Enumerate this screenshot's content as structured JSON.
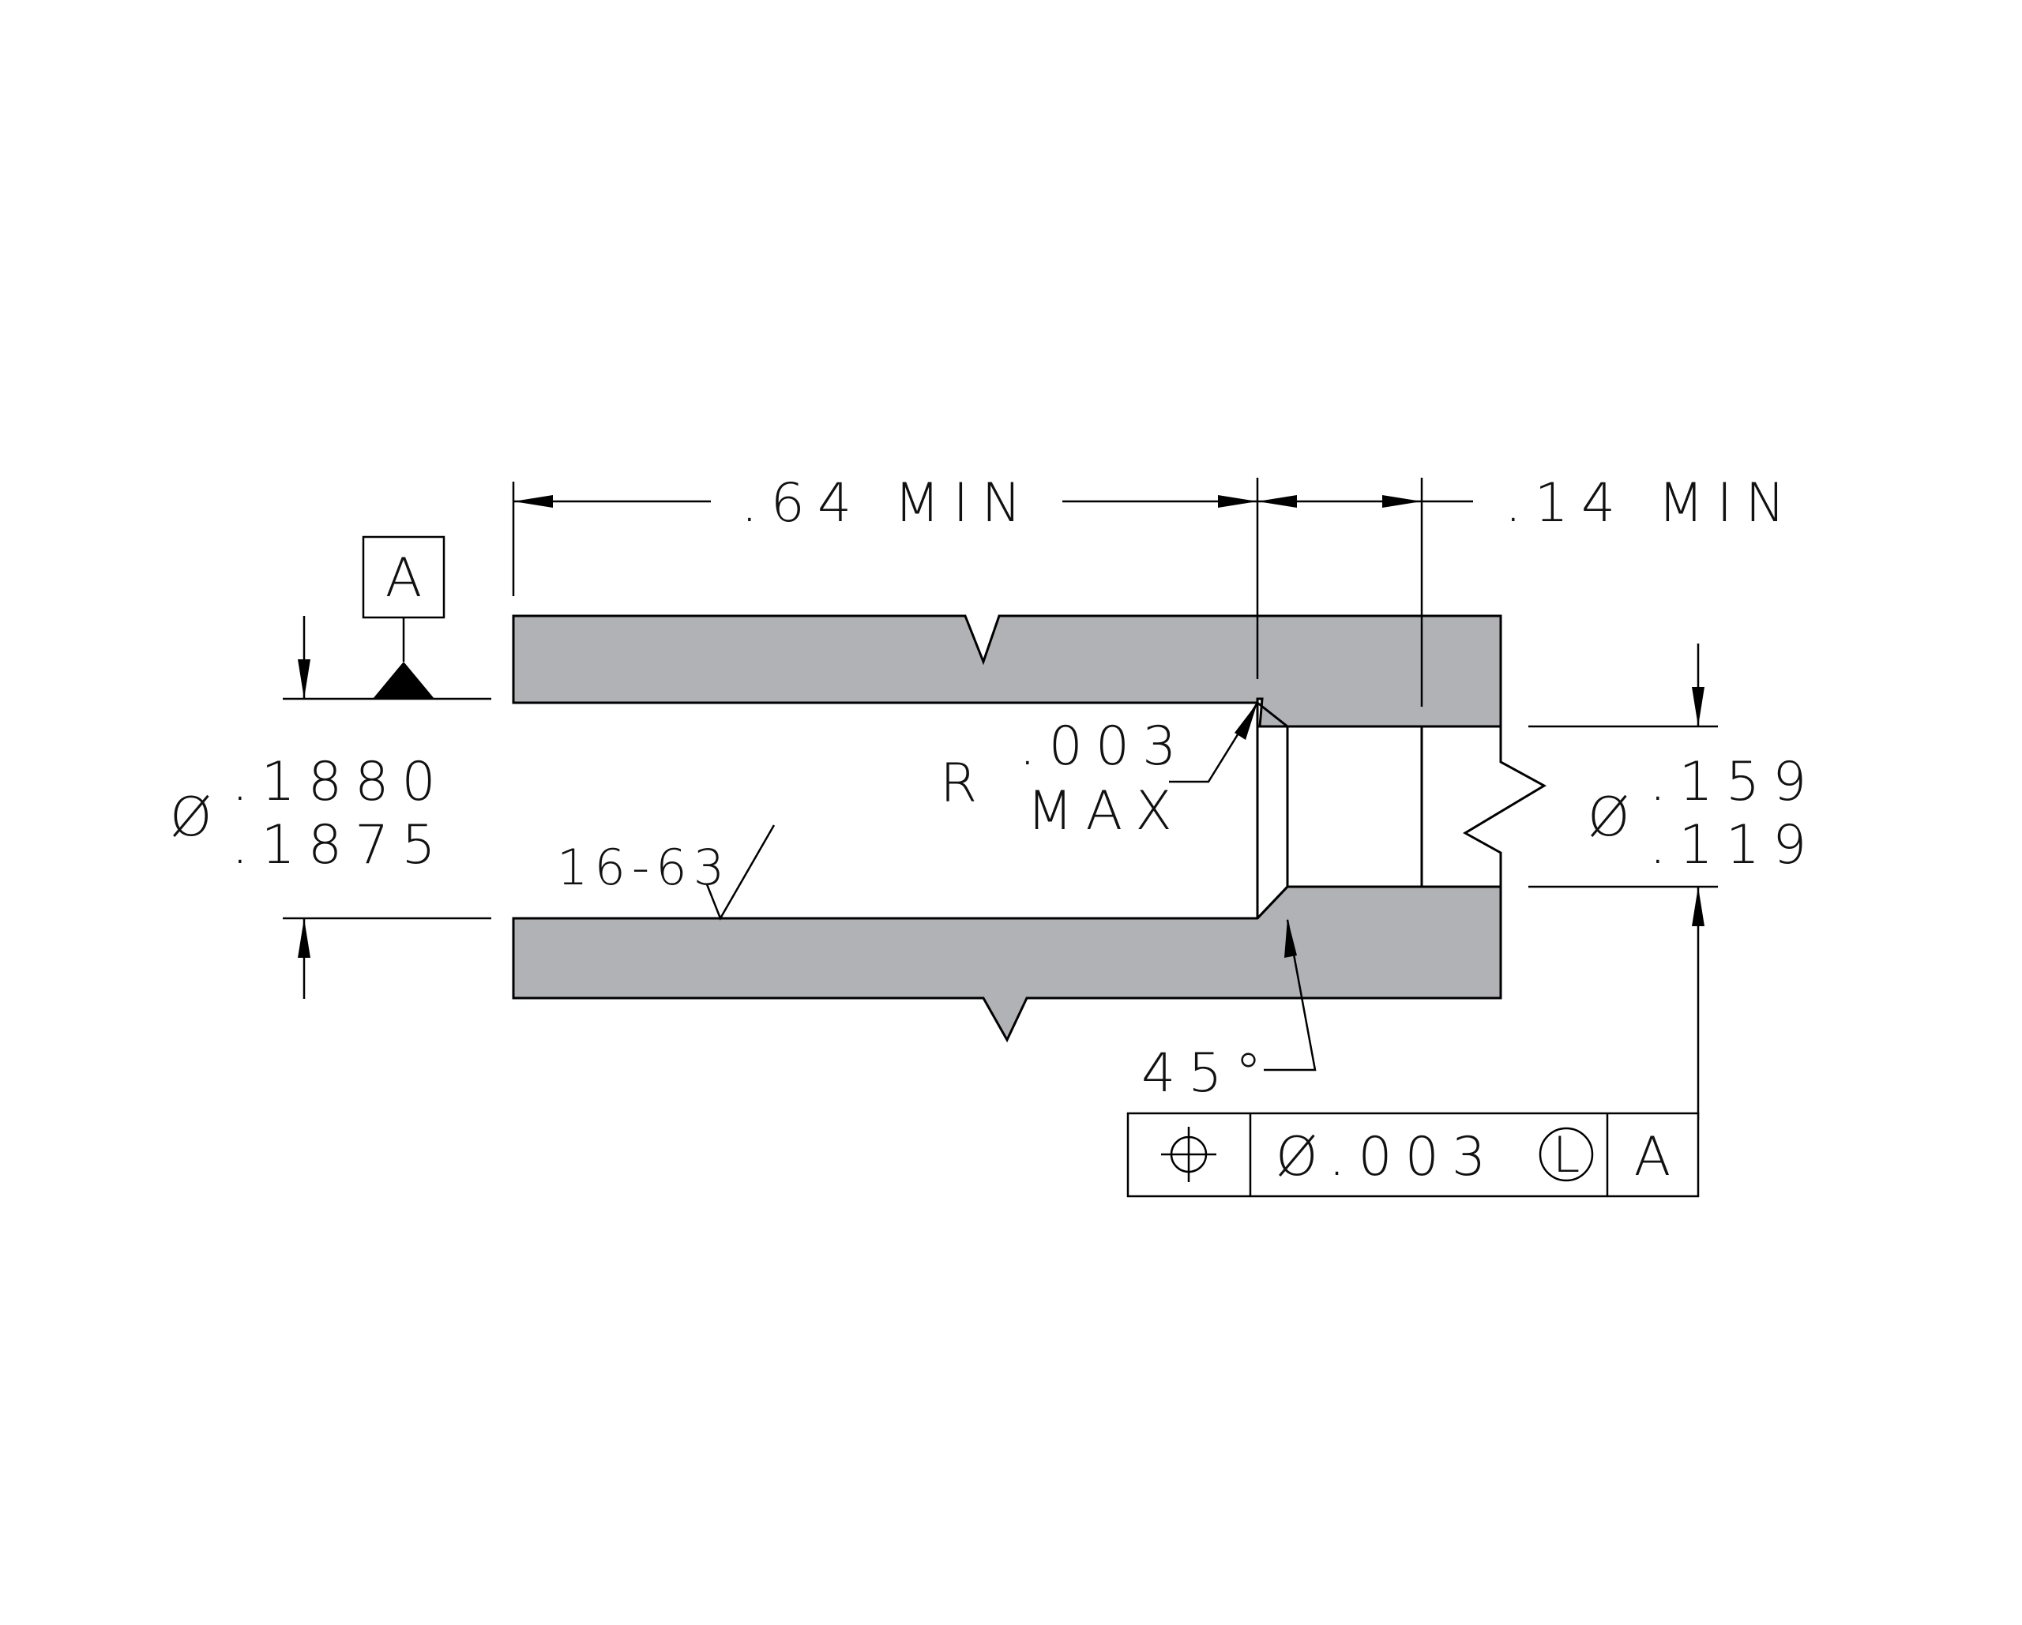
{
  "datum_label": "A",
  "dims": {
    "length_main": ".64 MIN",
    "length_step": ".14 MIN",
    "bore_dia_symbol": "Ø",
    "bore_dia_upper": ".1880",
    "bore_dia_lower": ".1875",
    "hole_dia_symbol": "Ø",
    "hole_dia_upper": ".159",
    "hole_dia_lower": ".119",
    "radius_prefix": "R",
    "radius_value": ".003",
    "radius_suffix": "MAX",
    "chamfer_angle": "45°"
  },
  "surface_finish": "16-63",
  "feature_control_frame": {
    "symbol": "position",
    "tolerance": "Ø.003",
    "modifier": "L",
    "datum": "A"
  },
  "colors": {
    "material": "#b1b2b5",
    "line": "#000000"
  }
}
